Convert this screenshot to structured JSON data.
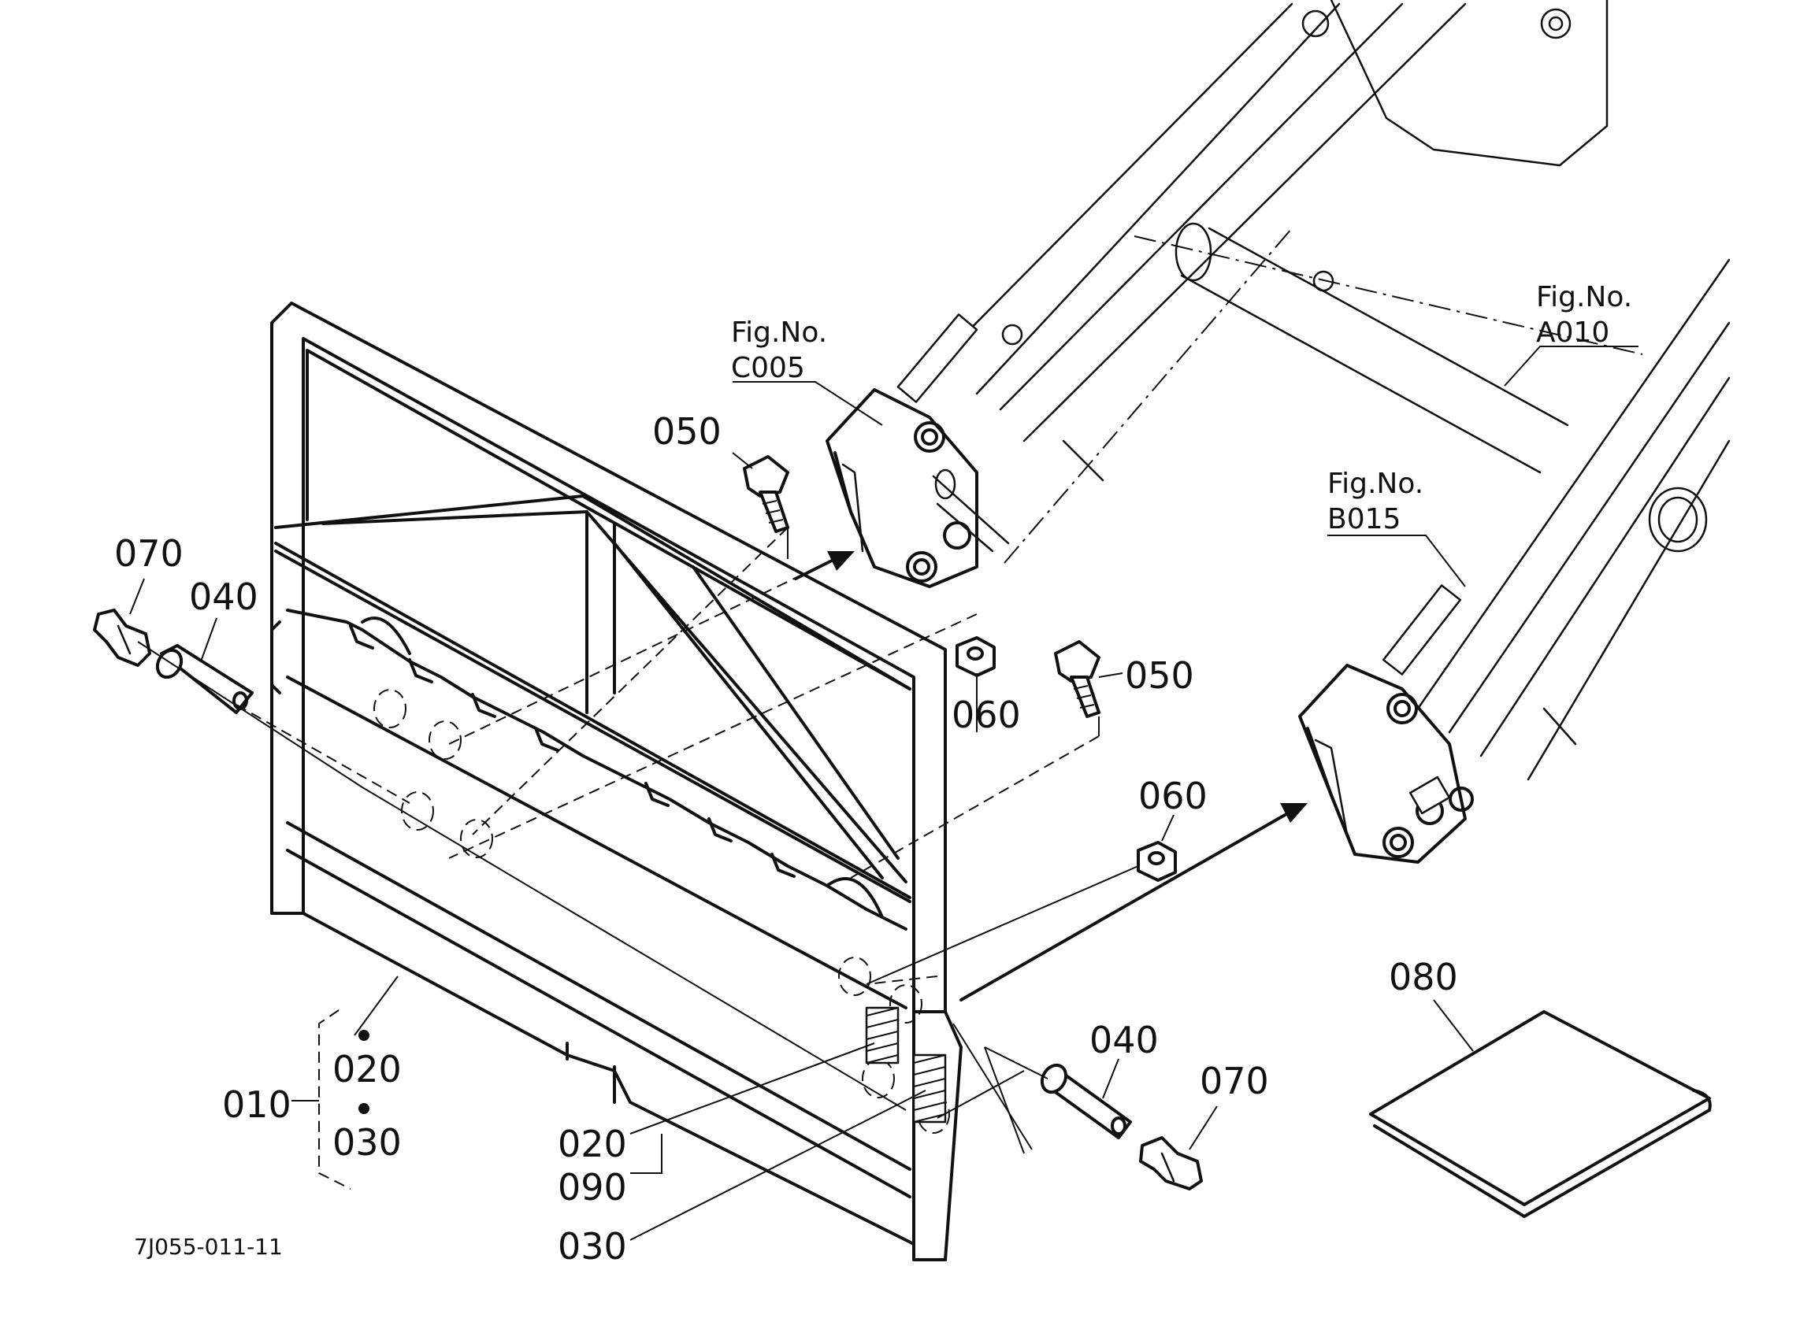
{
  "diagram_code": "7J055-011-11",
  "references": {
    "c005": {
      "line1": "Fig.No.",
      "line2": "C005"
    },
    "a010": {
      "line1": "Fig.No.",
      "line2": "A010"
    },
    "b015": {
      "line1": "Fig.No.",
      "line2": "B015"
    }
  },
  "parts": {
    "p010": "010",
    "p020_group": "020",
    "p030_group": "030",
    "p020": "020",
    "p030": "030",
    "p040_left": "040",
    "p040_right": "040",
    "p050_top": "050",
    "p050_mid": "050",
    "p060_top": "060",
    "p060_mid": "060",
    "p070_left": "070",
    "p070_right": "070",
    "p080": "080",
    "p090": "090"
  }
}
